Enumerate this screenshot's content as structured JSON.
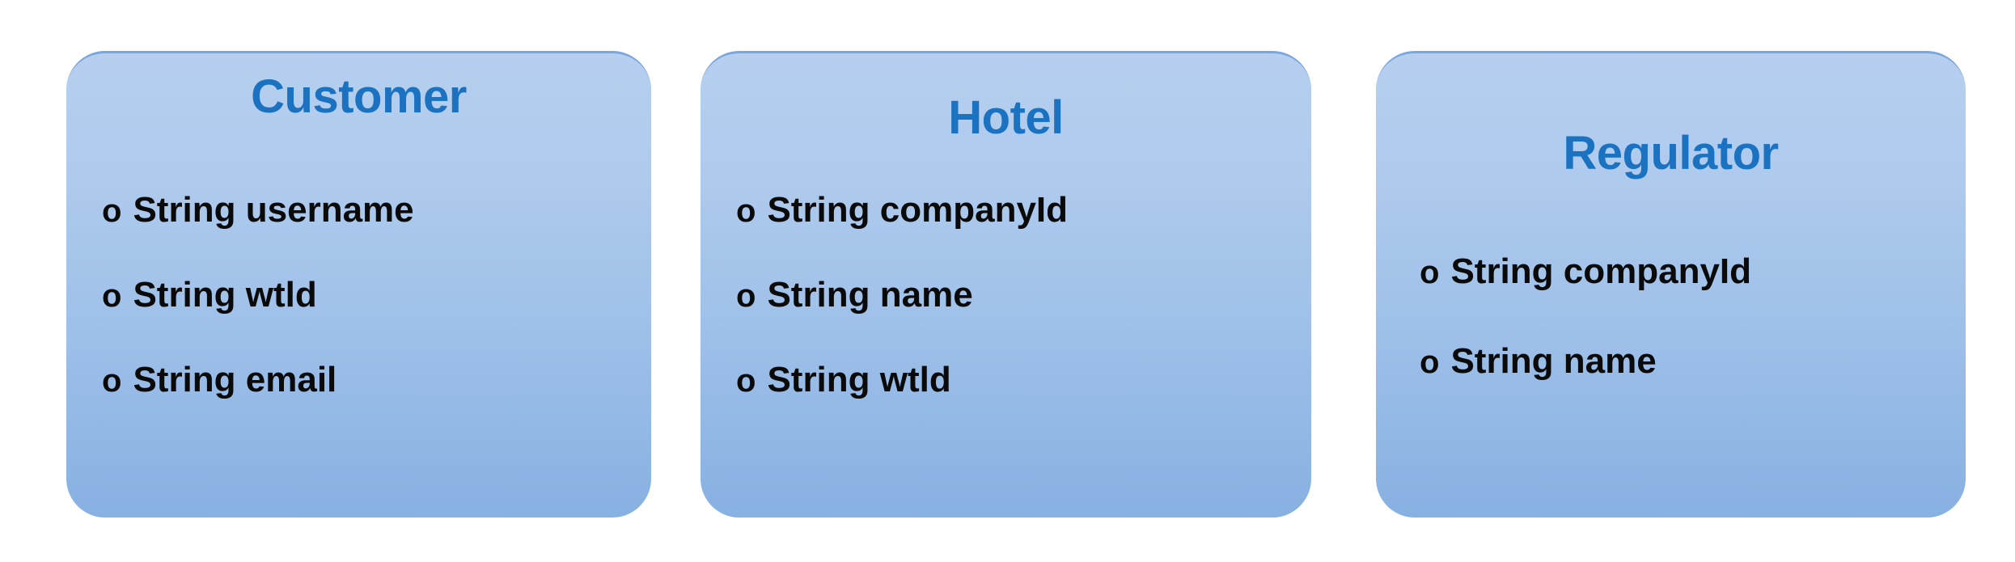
{
  "diagram": {
    "type": "entity-model-cards",
    "background_color": "#ffffff",
    "card_fill_top": "#b6cfef",
    "card_fill_bottom": "#87b1e2",
    "card_border_color": "#7ba7dc",
    "title_color": "#1b72c0",
    "item_color": "#0a0a0a",
    "bullet_glyph": "o",
    "cards": [
      {
        "title": "Customer",
        "items": [
          {
            "bullet": "o",
            "text": "String username"
          },
          {
            "bullet": "o",
            "text": "String wtld"
          },
          {
            "bullet": "o",
            "text": "String email"
          }
        ]
      },
      {
        "title": "Hotel",
        "items": [
          {
            "bullet": "o",
            "text": "String companyId"
          },
          {
            "bullet": "o",
            "text": "String name"
          },
          {
            "bullet": "o",
            "text": "String wtld"
          }
        ]
      },
      {
        "title": "Regulator",
        "items": [
          {
            "bullet": "o",
            "text": "String companyId"
          },
          {
            "bullet": "o",
            "text": "String name"
          }
        ]
      }
    ]
  }
}
